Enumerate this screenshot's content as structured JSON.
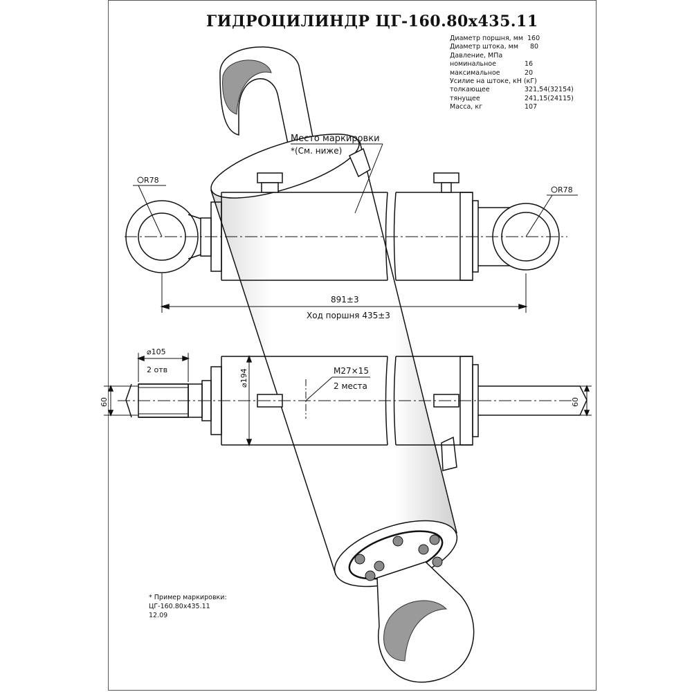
{
  "title": "ГИДРОЦИЛИНДР  ЦГ-160.80х435.11",
  "specs": [
    {
      "label": "Диаметр поршня, мм",
      "value": "160"
    },
    {
      "label": "Диаметр штока, мм",
      "value": "80"
    },
    {
      "label": "Давление, МПа",
      "value": ""
    },
    {
      "label": "номинальное",
      "value": "16"
    },
    {
      "label": "максимальное",
      "value": "20"
    },
    {
      "label": "Усилие на штоке, кН (кГ)",
      "value": ""
    },
    {
      "label": "толкающее",
      "value": "321,54(32154)"
    },
    {
      "label": "тянущее",
      "value": "241,15(24115)"
    },
    {
      "label": "Масса, кг",
      "value": "107"
    }
  ],
  "annotations": {
    "marking_place": "Место маркировки",
    "see_below": "*(См. ниже)",
    "radius_left": "R78",
    "radius_right": "R78",
    "length": "891±3",
    "stroke": "Ход поршня 435±3",
    "hole_diameter": "⌀105",
    "holes_count": "2 отв",
    "thread": "M27×15",
    "thread_count": "2 места",
    "body_diameter": "⌀194",
    "width_left": "60",
    "width_right": "60"
  },
  "note": {
    "line1": "* Пример маркировки:",
    "line2": "ЦГ-160.80х435.11",
    "line3": "12.09"
  },
  "colors": {
    "line": "#111111",
    "shade": "#9a9a9a",
    "paper": "#ffffff"
  }
}
